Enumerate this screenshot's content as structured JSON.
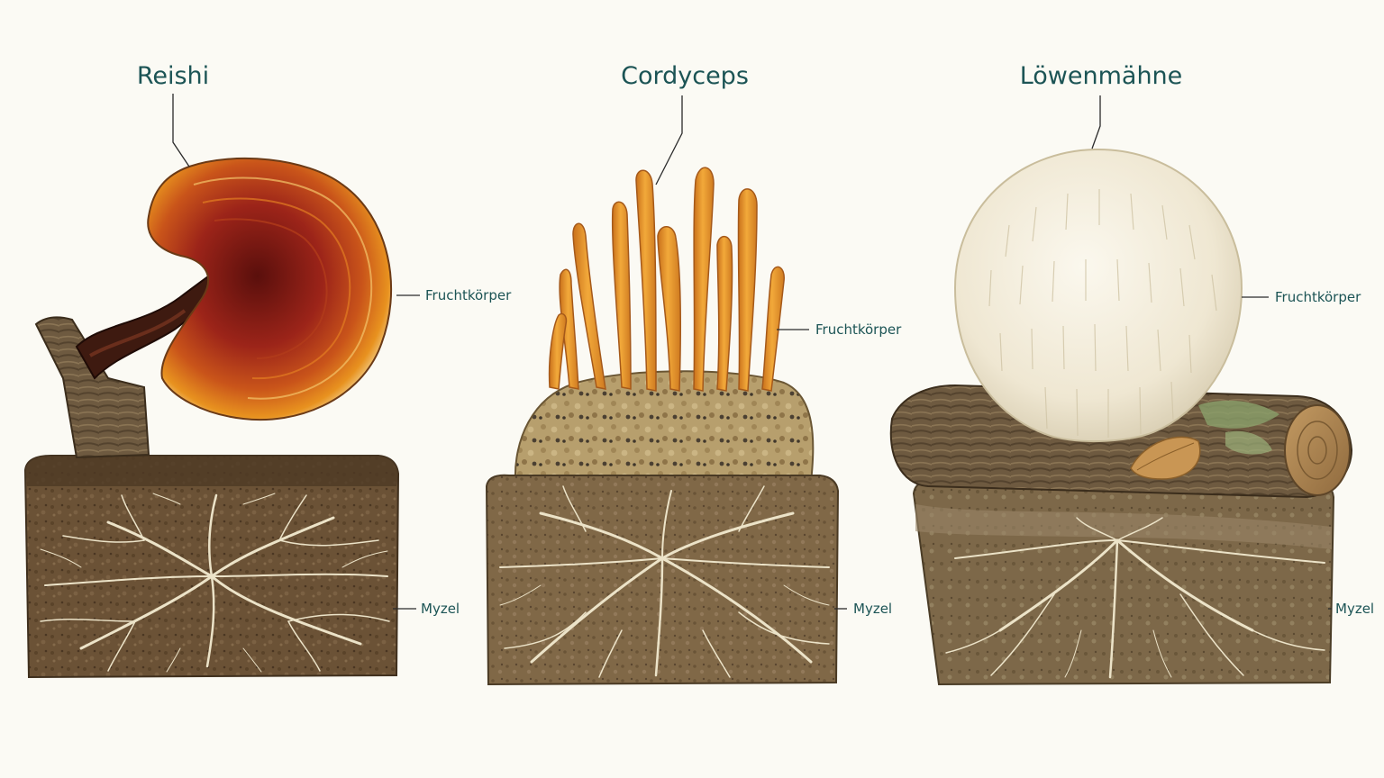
{
  "panels": [
    {
      "title": "Reishi",
      "fruit_label": "Fruchtkörper",
      "mycel_label": "Myzel"
    },
    {
      "title": "Cordyceps",
      "fruit_label": "Fruchtkörper",
      "mycel_label": "Myzel"
    },
    {
      "title": "Löwenmähne",
      "fruit_label": "Fruchtkörper",
      "mycel_label": "Myzel"
    }
  ],
  "colors": {
    "background": "#fbfaf4",
    "label": "#1c5455",
    "soil": "#6b5236",
    "hyphae": "#ece3c8",
    "reishi_red": "#8e1c16",
    "reishi_orange": "#e0821d",
    "cordyceps_orange": "#eb9a2c",
    "lions_mane_white": "#f2ecdc"
  }
}
